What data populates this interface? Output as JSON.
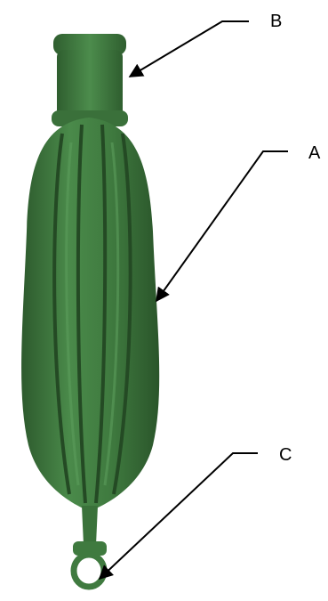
{
  "diagram": {
    "labels": {
      "a": "A",
      "b": "B",
      "c": "C"
    },
    "colors": {
      "bulb_dark": "#2f5f2f",
      "bulb_mid": "#3f7a3f",
      "bulb_light": "#5a9a5a",
      "line": "#000000",
      "background": "#ffffff"
    }
  }
}
